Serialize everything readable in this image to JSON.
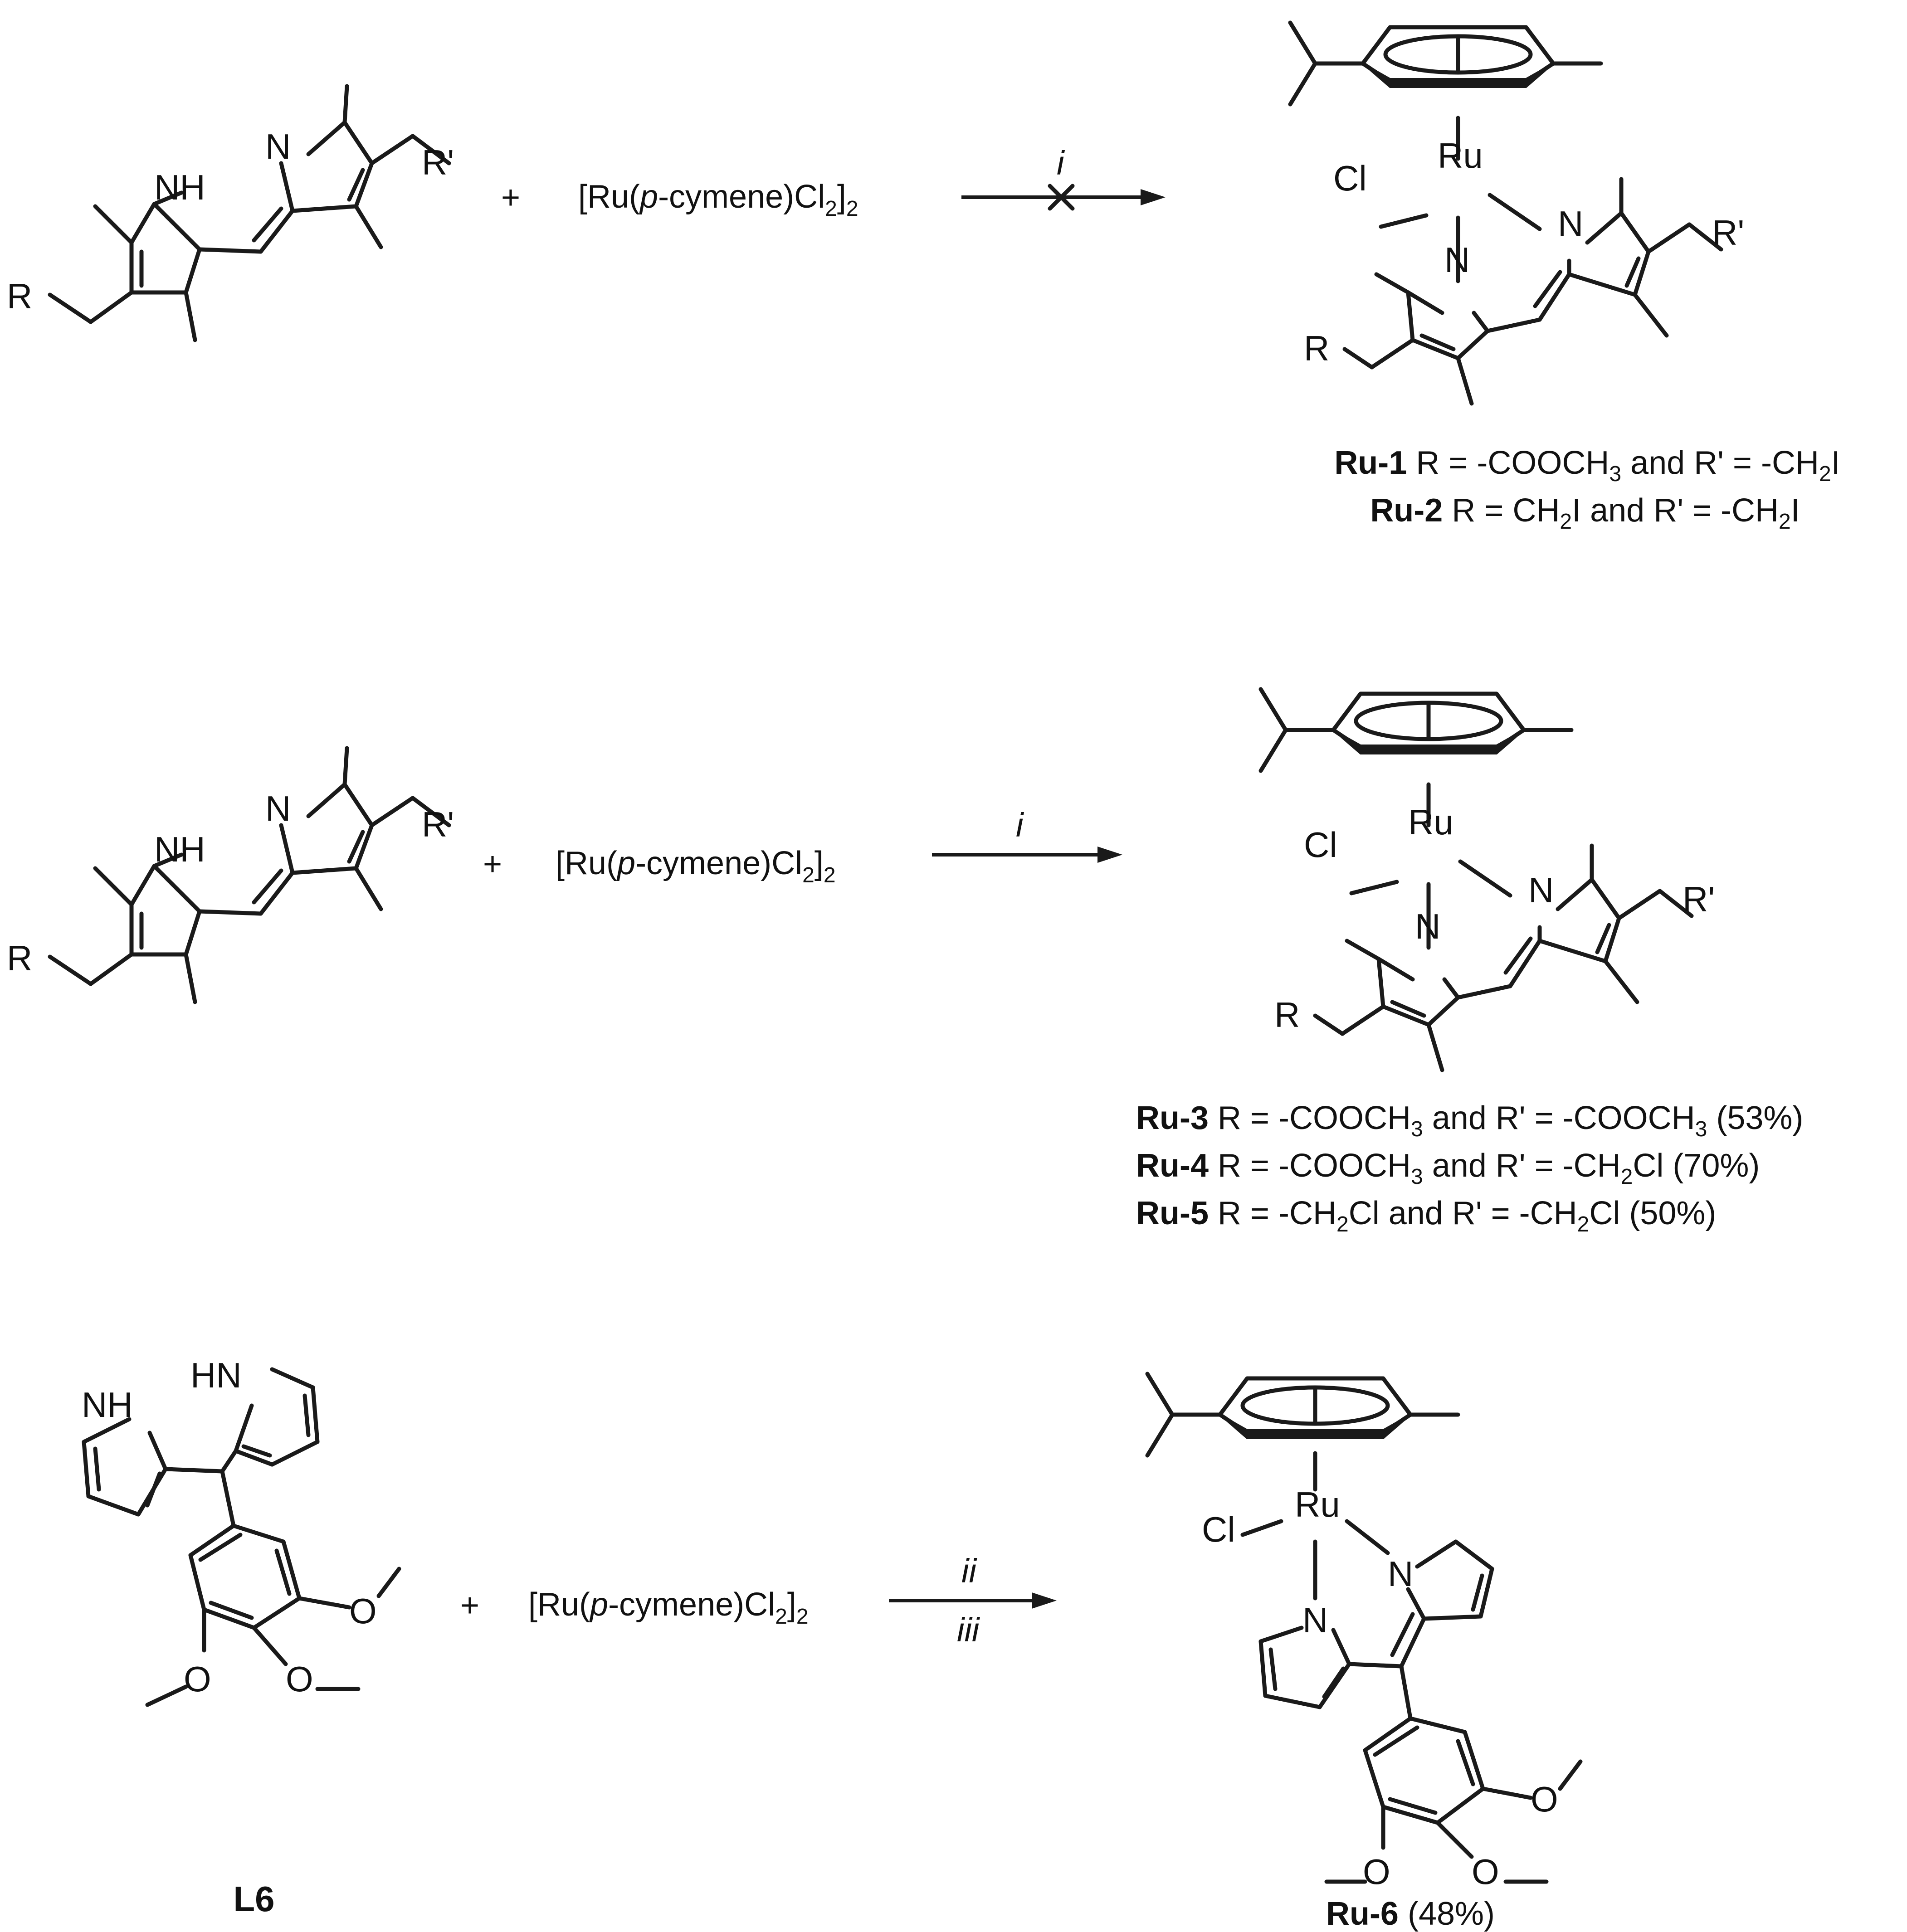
{
  "reactions": [
    {
      "reagent": {
        "pre": "[Ru(",
        "ital": "p",
        "post": "-cymene)Cl",
        "sub1": "2",
        "close": "]",
        "sub2": "2"
      },
      "plus": "+",
      "condition": "i",
      "condition_2": "",
      "blocked": true,
      "labels": {
        "nh": "NH",
        "n": "N",
        "r": "R",
        "rp": "R'",
        "ru": "Ru",
        "cl": "Cl"
      },
      "captions": [
        {
          "bold": "Ru-1",
          "parts": [
            " R = -COOCH",
            "3",
            " and R' = -CH",
            "2",
            "I"
          ]
        },
        {
          "bold": "Ru-2",
          "parts": [
            " R = CH",
            "2",
            "I and R' = -CH",
            "2",
            "I"
          ]
        }
      ]
    },
    {
      "reagent": {
        "pre": "[Ru(",
        "ital": "p",
        "post": "-cymene)Cl",
        "sub1": "2",
        "close": "]",
        "sub2": "2"
      },
      "plus": "+",
      "condition": "i",
      "condition_2": "",
      "blocked": false,
      "labels": {
        "nh": "NH",
        "n": "N",
        "r": "R",
        "rp": "R'",
        "ru": "Ru",
        "cl": "Cl"
      },
      "captions": [
        {
          "bold": "Ru-3",
          "parts": [
            " R = -COOCH",
            "3",
            " and R' =  -COOCH",
            "3",
            " (53%)"
          ]
        },
        {
          "bold": "Ru-4",
          "parts": [
            " R = -COOCH",
            "3",
            " and R' = -CH",
            "2",
            "Cl (70%)"
          ]
        },
        {
          "bold": "Ru-5",
          "parts": [
            " R = -CH",
            "2",
            "Cl and R' = -CH",
            "2",
            "Cl (50%)"
          ]
        }
      ]
    },
    {
      "reagent": {
        "pre": "[Ru(",
        "ital": "p",
        "post": "-cymene)Cl",
        "sub1": "2",
        "close": "]",
        "sub2": "2"
      },
      "plus": "+",
      "condition": "ii",
      "condition_2": "iii",
      "blocked": false,
      "labels": {
        "nh": "NH",
        "hn": "HN",
        "n": "N",
        "ru": "Ru",
        "cl": "Cl"
      },
      "ligand_label": "L6",
      "product_label": {
        "bold": "Ru-6",
        "rest": " (48%)"
      }
    }
  ]
}
